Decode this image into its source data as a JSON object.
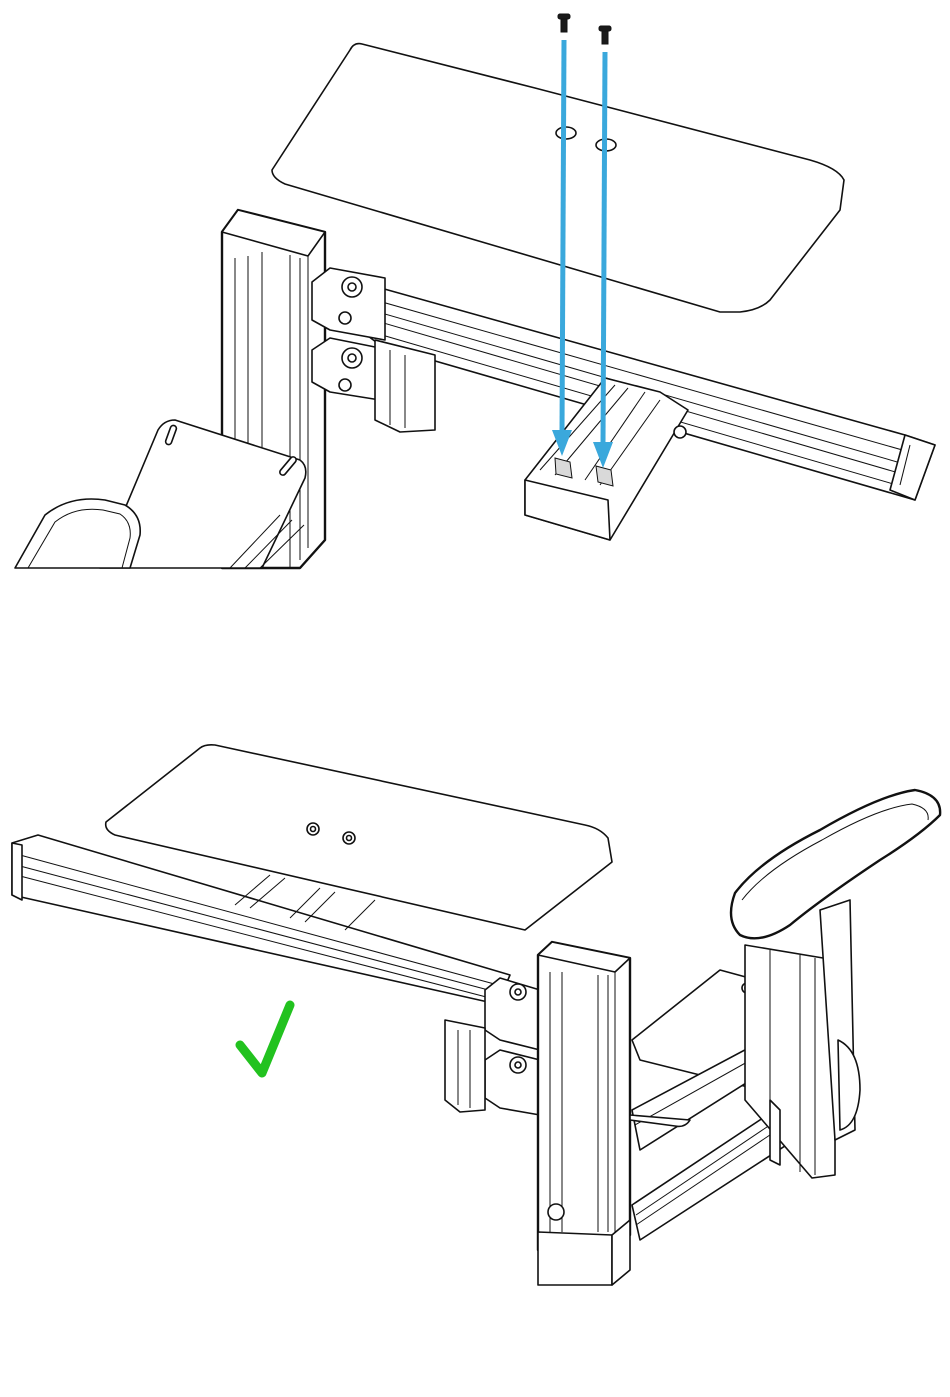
{
  "diagram": {
    "steps": [
      {
        "id": "step-1",
        "description_visible": false
      },
      {
        "id": "step-2",
        "description_visible": false
      }
    ],
    "colors": {
      "arrow": "#3aa8dc",
      "check": "#22c21f",
      "line": "#111111",
      "background": "#ffffff"
    },
    "icons": {
      "screw": "screw-icon",
      "arrow": "arrow-down-icon",
      "check": "checkmark-icon"
    },
    "screw_count": 2
  }
}
